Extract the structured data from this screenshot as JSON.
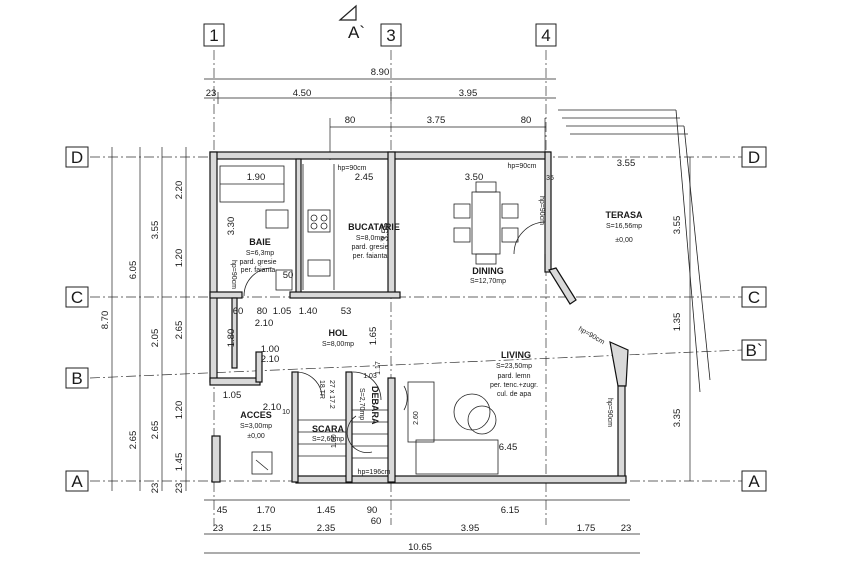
{
  "axes": {
    "top": [
      "1",
      "3",
      "4"
    ],
    "left": [
      "D",
      "C",
      "B",
      "A"
    ],
    "right": [
      "D",
      "C",
      "B`",
      "A"
    ],
    "section_mark": "A`"
  },
  "dims_top": {
    "total": "8.90",
    "row2": [
      "23",
      "4.50",
      "3.95"
    ],
    "row3": [
      "80",
      "3.75",
      "80"
    ]
  },
  "dims_bottom": {
    "row1": [
      "45",
      "1.70",
      "1.45",
      "90",
      "6.15"
    ],
    "row1_extra": "60",
    "row2": [
      "23",
      "2.15",
      "2.35",
      "3.95",
      "1.75",
      "23"
    ],
    "total": "10.65"
  },
  "dims_left": [
    "6.05",
    "8.70",
    "3.55",
    "2.20",
    "1.20",
    "2.65",
    "2.05",
    "1.20",
    "2.65",
    "2.65",
    "1.45",
    "23",
    "23"
  ],
  "dims_right": [
    "3.55",
    "1.35",
    "3.35"
  ],
  "rooms": {
    "baie": {
      "name": "BAIE",
      "area": "S=6,3mp",
      "finish1": "pard. gresie",
      "finish2": "per. faianta"
    },
    "bucatarie": {
      "name": "BUCATARIE",
      "area": "S=8,0mp",
      "finish1": "pard. gresie",
      "finish2": "per. faianta"
    },
    "dining": {
      "name": "DINING",
      "area": "S=12,70mp"
    },
    "terasa": {
      "name": "TERASA",
      "area": "S=16,56mp",
      "level": "±0,00"
    },
    "hol": {
      "name": "HOL",
      "area": "S=8,00mp"
    },
    "living": {
      "name": "LIVING",
      "area": "S=23,50mp",
      "finish1": "pard. lemn",
      "finish2": "per. tenc.+zugr.",
      "finish3": "cul. de apa"
    },
    "acces": {
      "name": "ACCES",
      "area": "S=3,00mp",
      "level": "±0,00"
    },
    "scara": {
      "name": "SCARA",
      "area": "S=2,60mp"
    },
    "debara": {
      "name": "DEBARA",
      "area": "S=2,70mp"
    }
  },
  "interior_dims": {
    "hp_kitchen": "hp=90cm",
    "hp_dining": "hp=90cm",
    "hp_baie": "hp=90cm",
    "hp_living": "hp=90cm",
    "hp_living2": "hp=90cm",
    "hp_scara": "hp=196cm",
    "d_190": "1.90",
    "d_245": "2.45",
    "d_350": "3.50",
    "d_355_top": "3.55",
    "d_35": "35",
    "d_330": "3.30",
    "d_355_k": "3.55",
    "d_50": "50",
    "d_60": "60",
    "d_80": "80",
    "d_140": "1.40",
    "d_105": "1.05",
    "d_53": "53",
    "d_210a": "2.10",
    "d_210b": "2.10",
    "d_210c": "2.10",
    "d_180": "1.80",
    "d_165": "1.65",
    "d_100": "1.00",
    "d_105b": "1.05",
    "d_10": "10",
    "d_18tr": "18 TR",
    "d_27x17": "27 x 17.2",
    "d_100b": "1.00",
    "d_103": "1.03",
    "d_260": "2.60",
    "d_645": "6.45",
    "d_117": "1.17"
  }
}
